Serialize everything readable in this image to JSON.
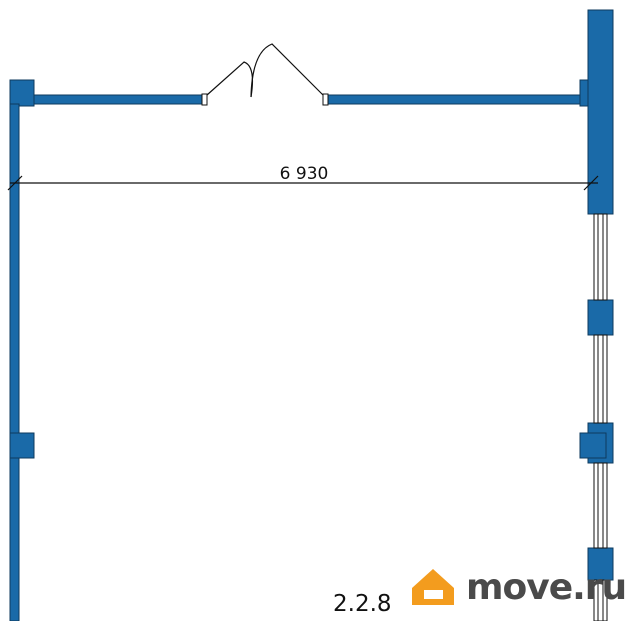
{
  "dimension": {
    "value": "6 930"
  },
  "room": {
    "label": "2.2.8"
  },
  "watermark": {
    "brand": "move.ru",
    "icon": "house-icon"
  },
  "colors": {
    "wall": "#1a6aa8",
    "line": "#111111",
    "logo_orange": "#f39c1e",
    "logo_gray": "#4a4a4a"
  }
}
